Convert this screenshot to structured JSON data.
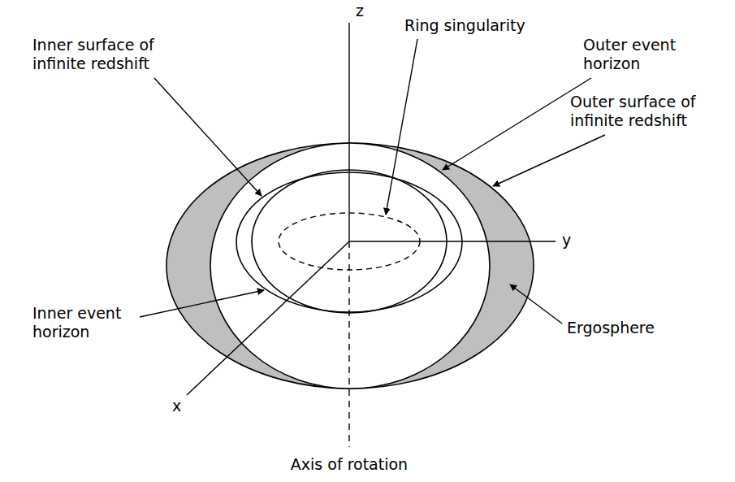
{
  "diagram": {
    "labels": [
      "z",
      "y",
      "x",
      "Ring singularity",
      "Inner surface of infinite redshift",
      "Outer event horizon",
      "Outer surface of infinite redshift",
      "Inner event horizon",
      "Ergosphere",
      "Axis of rotation"
    ]
  }
}
